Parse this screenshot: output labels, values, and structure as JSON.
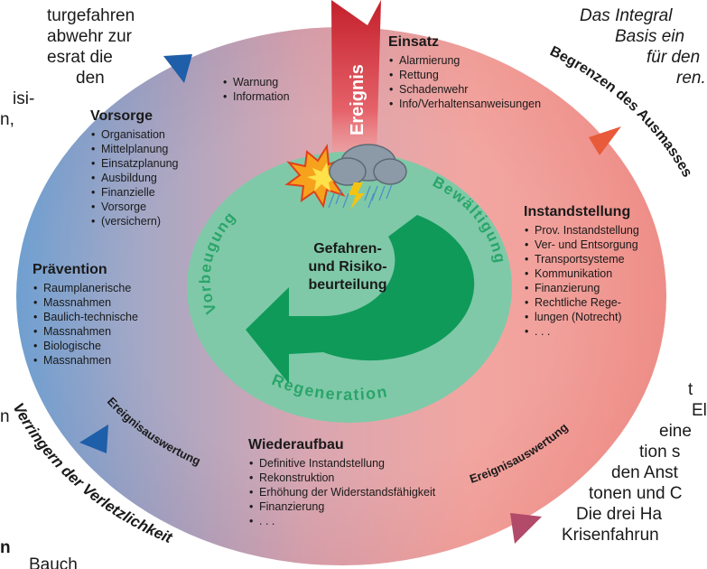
{
  "background_text_left": [
    "turgefahren",
    "abwehr zur",
    "esrat die",
    "den",
    "isi-",
    "n,",
    "n",
    "n",
    "Bauch"
  ],
  "background_text_right_top": [
    "Das  Integral",
    "Basis ein",
    "für den",
    "ren."
  ],
  "background_text_right_bottom": [
    "t",
    "El",
    "eine",
    "tion s",
    "den Anst",
    "tonen und C",
    "Die  drei  Ha",
    "Krisenfahrun"
  ],
  "center": {
    "title_lines": [
      "Gefahren-",
      "und Risiko-",
      "beurteilung"
    ]
  },
  "cycle_labels": {
    "vorbeugung": "Vorbeugung",
    "bewaeltigung": "Bewältigung",
    "regeneration": "Regeneration"
  },
  "ereignis_label": "Ereignis",
  "arc_labels": {
    "begrenzen": "Begrenzen des Ausmasses",
    "verringern": "Verringern der Verletzlichkeit",
    "ereignisauswertung_left": "Ereignisauswertung",
    "ereignisauswertung_right": "Ereignisauswertung"
  },
  "blocks": {
    "warnung": {
      "title": "",
      "items": [
        "Warnung",
        "Information"
      ]
    },
    "einsatz": {
      "title": "Einsatz",
      "items": [
        "Alarmierung",
        "Rettung",
        "Schadenwehr",
        "Info/Verhaltensanweisungen"
      ]
    },
    "vorsorge": {
      "title": "Vorsorge",
      "items": [
        "Organisation",
        "Mittelplanung",
        "Einsatzplanung",
        "Ausbildung",
        "Finanzielle",
        "Vorsorge",
        "(versichern)"
      ]
    },
    "praevention": {
      "title": "Prävention",
      "items": [
        "Raumplanerische",
        "Massnahmen",
        "Baulich-technische",
        "Massnahmen",
        "Biologische",
        "Massnahmen"
      ]
    },
    "instandstellung": {
      "title": "Instandstellung",
      "items": [
        "Prov. Instandstellung",
        "Ver- und Entsorgung",
        "Transportsysteme",
        "Kommunikation",
        "Finanzierung",
        "Rechtliche Rege-",
        "lungen (Notrecht)",
        ". . ."
      ]
    },
    "wiederaufbau": {
      "title": "Wiederaufbau",
      "items": [
        "Definitive Instandstellung",
        "Rekonstruktion",
        "Erhöhung der Widerstandsfähigkeit",
        "Finanzierung",
        ". . ."
      ]
    }
  },
  "colors": {
    "outer_left": "#7aa2cf",
    "outer_right": "#ee8a86",
    "inner_circle": "#7fc9a8",
    "cycle_arrow": "#0f9a5a",
    "cycle_text": "#2aa56a",
    "ereignis_arrow": "#c8242c",
    "triangle_blue": "#1f5ea8",
    "triangle_red": "#e85a3a",
    "triangle_purple": "#b24a6a"
  }
}
